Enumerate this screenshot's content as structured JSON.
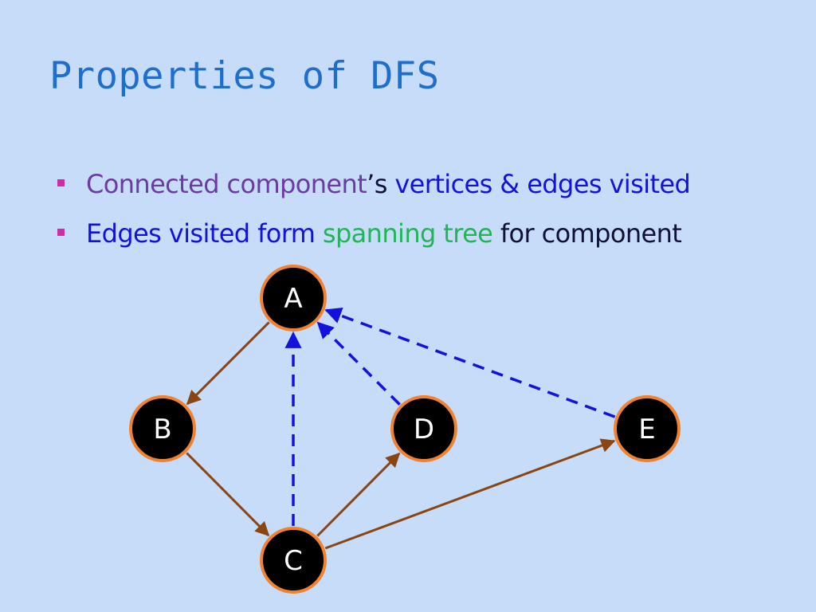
{
  "slide": {
    "title": "Properties of DFS",
    "bullets": [
      {
        "segments": [
          {
            "text": "Connected component",
            "color": "#6b3aa2"
          },
          {
            "text": "’s ",
            "color": "#10103a"
          },
          {
            "text": "vertices & edges visited",
            "color": "#1212dc"
          }
        ]
      },
      {
        "segments": [
          {
            "text": "Edges visited form ",
            "color": "#1212dc"
          },
          {
            "text": "spanning tree",
            "color": "#21b558"
          },
          {
            "text": " for component",
            "color": "#10103a"
          }
        ]
      }
    ]
  },
  "graph": {
    "node_fill": "#000000",
    "node_border": "#f08232",
    "tree_edge_color": "#8b4513",
    "back_edge_color": "#1212dc",
    "nodes": [
      "A",
      "B",
      "C",
      "D",
      "E"
    ],
    "tree_edges": [
      {
        "from": "A",
        "to": "B"
      },
      {
        "from": "B",
        "to": "C"
      },
      {
        "from": "C",
        "to": "D"
      },
      {
        "from": "C",
        "to": "E"
      }
    ],
    "back_edges": [
      {
        "from": "C",
        "to": "A"
      },
      {
        "from": "D",
        "to": "A"
      },
      {
        "from": "E",
        "to": "A"
      }
    ]
  }
}
